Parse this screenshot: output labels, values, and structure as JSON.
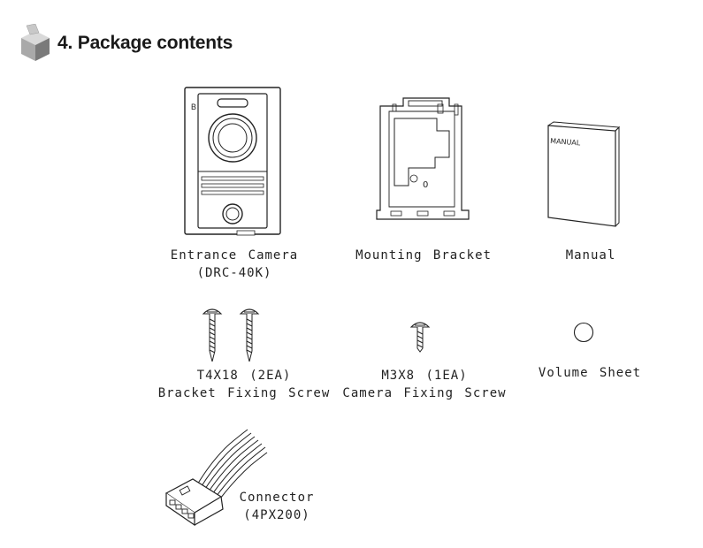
{
  "section": {
    "number": "4.",
    "title": "Package contents"
  },
  "items": [
    {
      "line1": "Entrance Camera",
      "line2": "(DRC-40K)"
    },
    {
      "line1": "Mounting Bracket",
      "line2": ""
    },
    {
      "line1": "Manual",
      "line2": ""
    },
    {
      "line1": "T4X18 (2EA)",
      "line2": "Bracket Fixing Screw"
    },
    {
      "line1": "M3X8 (1EA)",
      "line2": "Camera Fixing Screw"
    },
    {
      "line1": "Volume Sheet",
      "line2": ""
    },
    {
      "line1": "Connector",
      "line2": "(4PX200)"
    }
  ],
  "manual_cover_text": "MANUAL",
  "bracket_mark": "0",
  "camera_mark": "B"
}
